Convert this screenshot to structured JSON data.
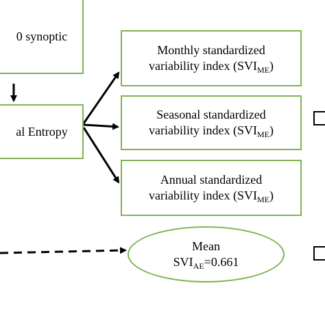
{
  "nodes": {
    "top_left": {
      "text": "0 synoptic"
    },
    "entropy": {
      "text": "al Entropy"
    },
    "monthly": {
      "line1": "Monthly standardized",
      "line2_prefix": "variability index (SVI",
      "sub": "ME",
      "line2_suffix": ")"
    },
    "seasonal": {
      "line1": "Seasonal standardized",
      "line2_prefix": "variability index (SVI",
      "sub": "ME",
      "line2_suffix": ")"
    },
    "annual": {
      "line1": "Annual standardized",
      "line2_prefix": "variability index (SVI",
      "sub": "ME",
      "line2_suffix": ")"
    },
    "mean": {
      "line1": "Mean",
      "line2_prefix": "SVI",
      "sub": "AE",
      "line2_suffix": "=0.661"
    }
  },
  "colors": {
    "box_border": "#7fb24f",
    "arrow": "#000000"
  }
}
